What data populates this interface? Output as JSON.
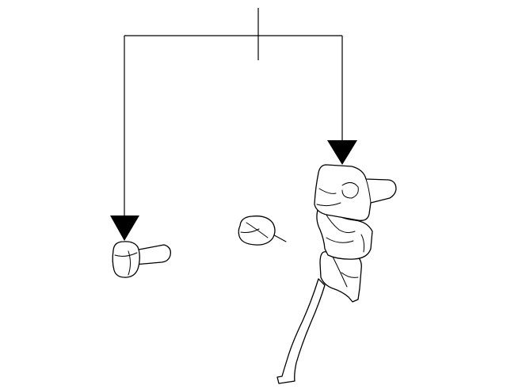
{
  "diagram": {
    "type": "parts-exploded-view",
    "background_color": "#ffffff",
    "line_color": "#000000",
    "callout": {
      "label": "",
      "targets": [
        "left-bolt",
        "clutch-pedal-assembly"
      ]
    },
    "parts": [
      {
        "id": "bolt",
        "icon": "bolt-icon"
      },
      {
        "id": "pedal-pad",
        "icon": "pedal-pad-icon"
      },
      {
        "id": "clutch-pedal-assembly",
        "icon": "pedal-assembly-icon"
      }
    ]
  }
}
